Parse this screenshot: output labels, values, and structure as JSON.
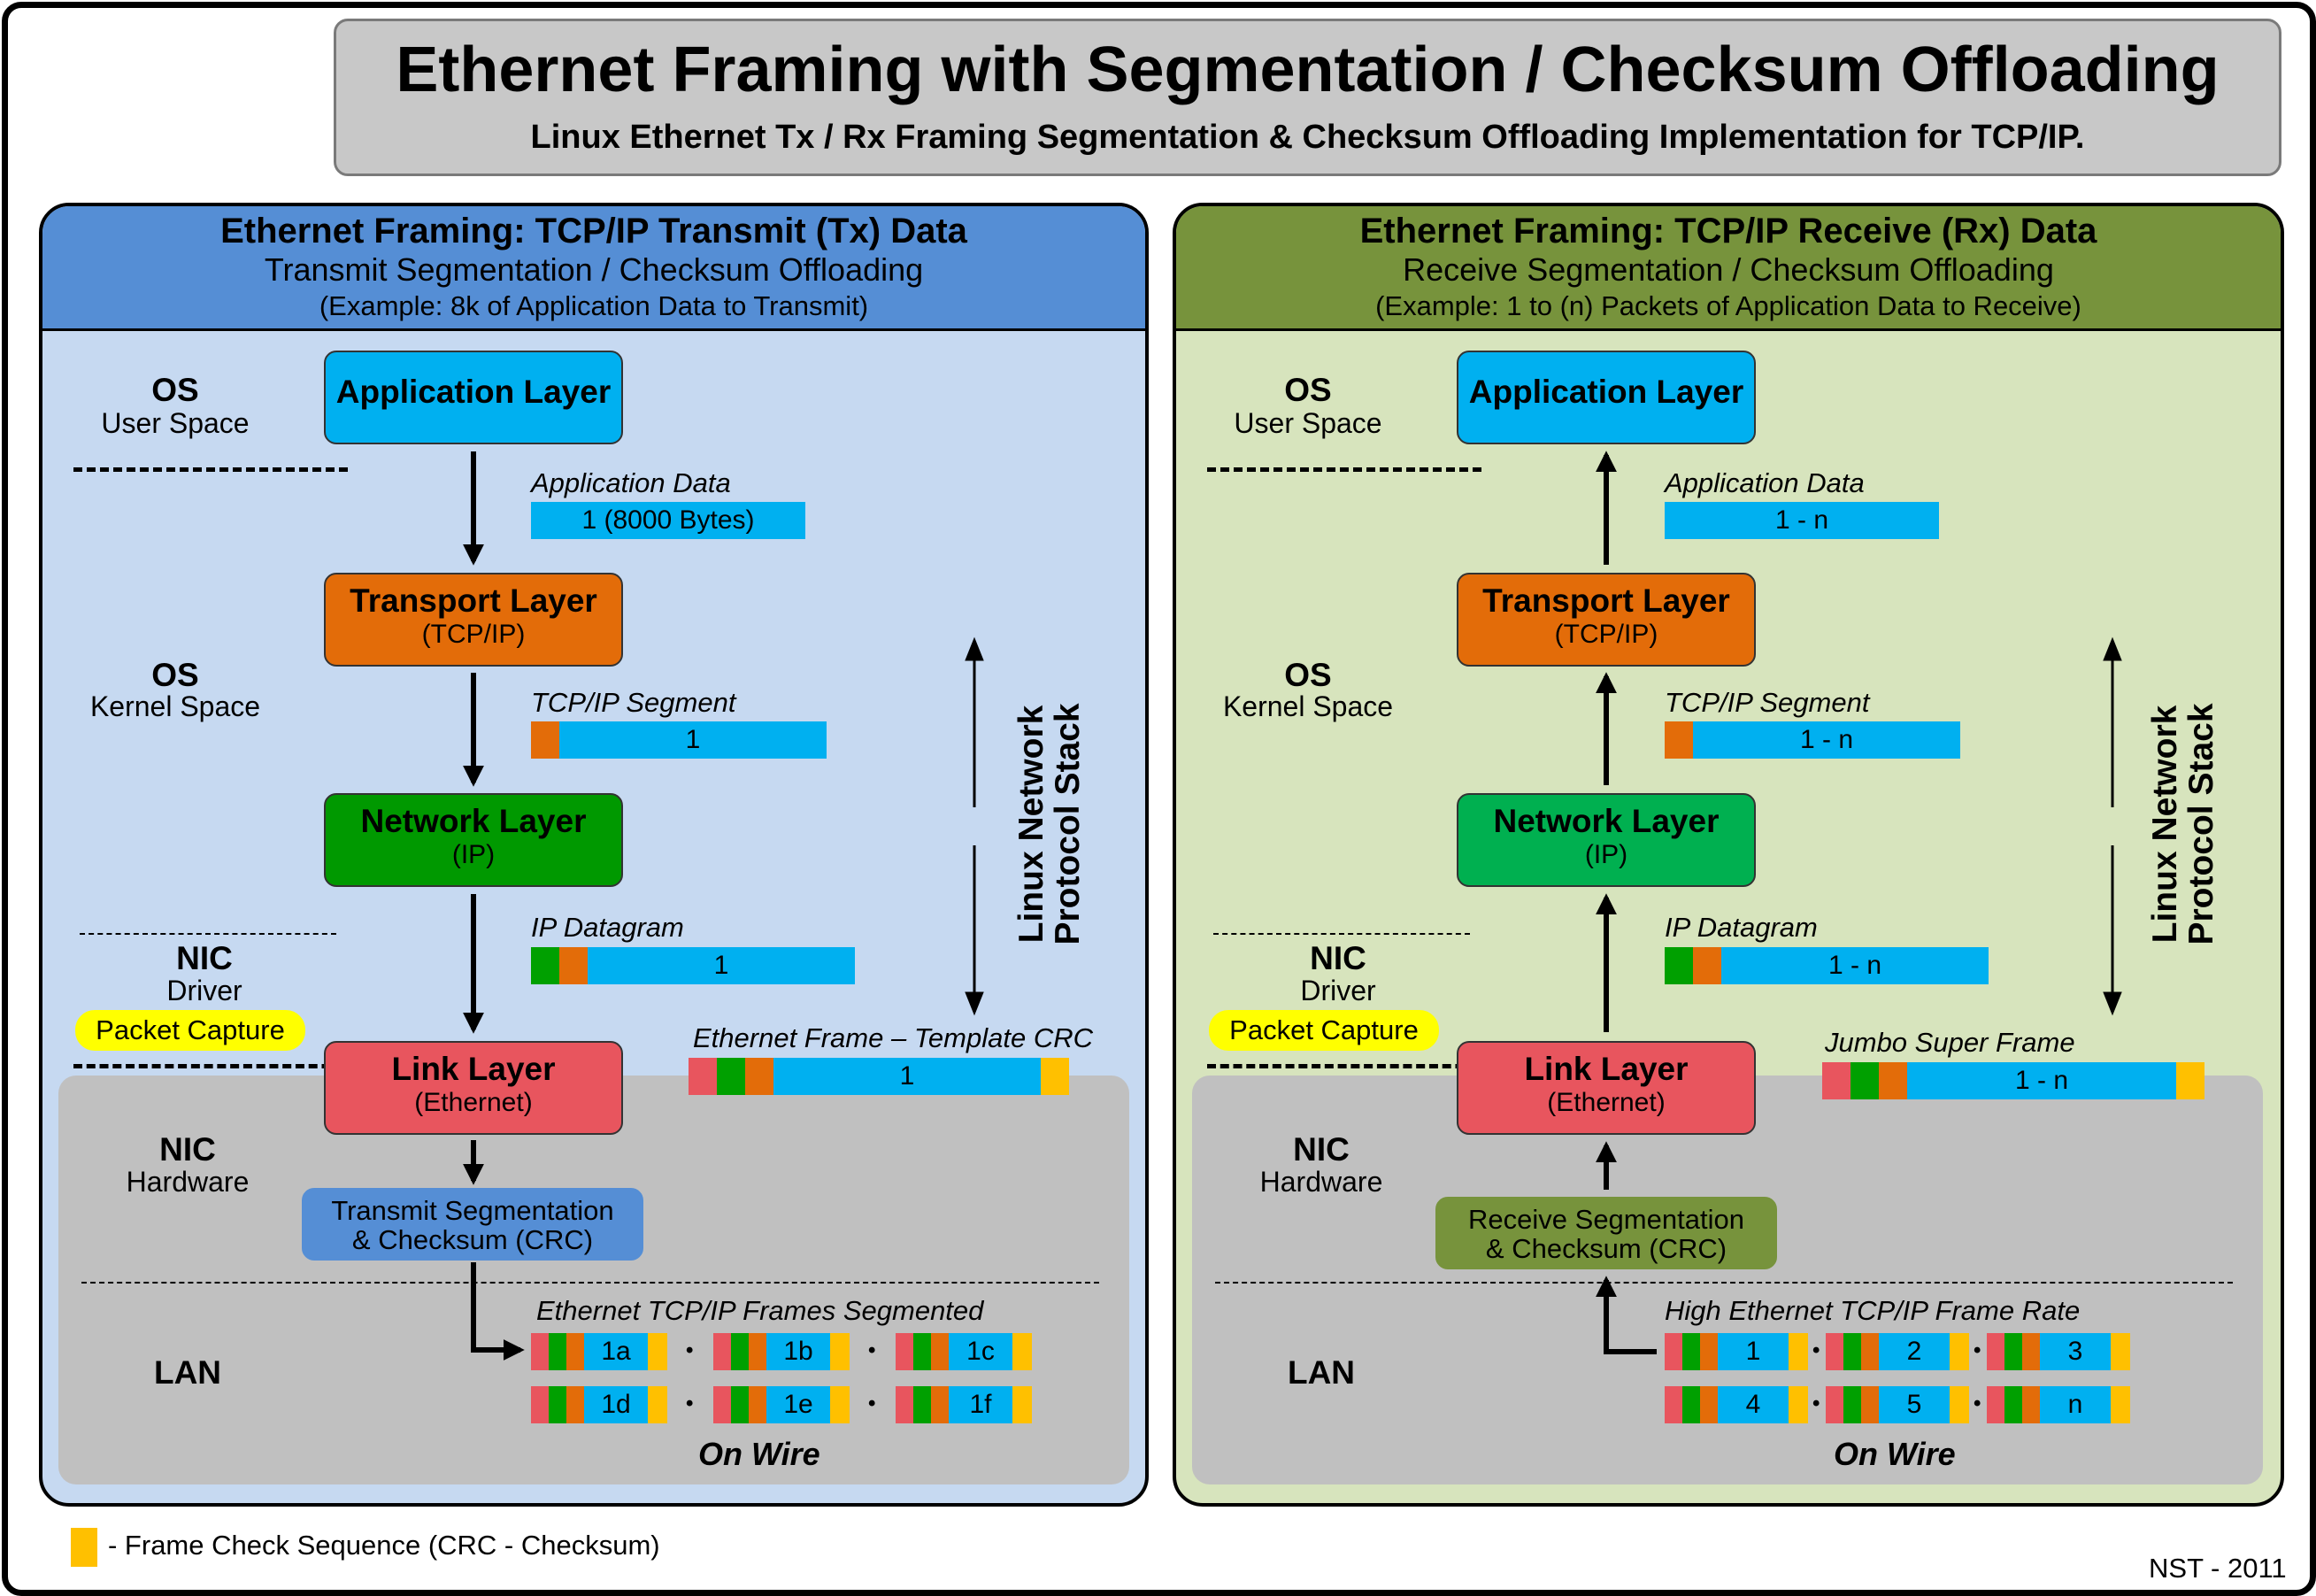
{
  "title": {
    "main": "Ethernet Framing with Segmentation / Checksum Offloading",
    "sub": "Linux Ethernet Tx / Rx Framing Segmentation & Checksum Offloading Implementation for TCP/IP."
  },
  "colors": {
    "tx_header": "#558ed5",
    "tx_body": "#c6d9f1",
    "rx_header": "#77933c",
    "rx_body": "#d7e4bd",
    "app_layer": "#00b0f0",
    "transport_layer": "#e36c09",
    "network_tx": "#009900",
    "network_rx": "#00b050",
    "link_layer": "#e8555e",
    "fcs": "#ffc000",
    "packet_capture": "#ffff00",
    "hardware_area": "#c0c0c0"
  },
  "tx": {
    "head1": "Ethernet Framing: TCP/IP Transmit (Tx) Data",
    "head2": "Transmit Segmentation / Checksum Offloading",
    "head3": "(Example: 8k of Application Data to Transmit)",
    "os_user": "OS",
    "os_user_sub": "User Space",
    "os_kernel": "OS",
    "os_kernel_sub": "Kernel Space",
    "nic_driver": "NIC",
    "nic_driver_sub": "Driver",
    "packet_capture": "Packet Capture",
    "nic_hw": "NIC",
    "nic_hw_sub": "Hardware",
    "lan": "LAN",
    "app_layer": "Application Layer",
    "transport_layer": "Transport Layer",
    "transport_sub": "(TCP/IP)",
    "network_layer": "Network Layer",
    "network_sub": "(IP)",
    "link_layer": "Link Layer",
    "link_sub": "(Ethernet)",
    "offload_box": "Transmit Segmentation\n& Checksum (CRC)",
    "app_data_label": "Application Data",
    "app_data_value": "1 (8000 Bytes)",
    "segment_label": "TCP/IP Segment",
    "segment_value": "1",
    "datagram_label": "IP Datagram",
    "datagram_value": "1",
    "frame_label": "Ethernet Frame – Template CRC",
    "frame_value": "1",
    "frames_label": "Ethernet TCP/IP Frames Segmented",
    "frames": [
      "1a",
      "1b",
      "1c",
      "1d",
      "1e",
      "1f"
    ],
    "stack_label": "Linux Network\nProtocol Stack",
    "on_wire": "On Wire"
  },
  "rx": {
    "head1": "Ethernet Framing: TCP/IP Receive (Rx) Data",
    "head2": "Receive Segmentation / Checksum Offloading",
    "head3": "(Example: 1 to (n) Packets of Application Data to Receive)",
    "os_user": "OS",
    "os_user_sub": "User Space",
    "os_kernel": "OS",
    "os_kernel_sub": "Kernel Space",
    "nic_driver": "NIC",
    "nic_driver_sub": "Driver",
    "packet_capture": "Packet Capture",
    "nic_hw": "NIC",
    "nic_hw_sub": "Hardware",
    "lan": "LAN",
    "app_layer": "Application Layer",
    "transport_layer": "Transport Layer",
    "transport_sub": "(TCP/IP)",
    "network_layer": "Network Layer",
    "network_sub": "(IP)",
    "link_layer": "Link Layer",
    "link_sub": "(Ethernet)",
    "offload_box": "Receive Segmentation\n& Checksum (CRC)",
    "app_data_label": "Application Data",
    "app_data_value": "1 - n",
    "segment_label": "TCP/IP Segment",
    "segment_value": "1 - n",
    "datagram_label": "IP Datagram",
    "datagram_value": "1 - n",
    "frame_label": "Jumbo Super Frame",
    "frame_value": "1 - n",
    "frames_label": "High Ethernet TCP/IP Frame Rate",
    "frames": [
      "1",
      "2",
      "3",
      "4",
      "5",
      "n"
    ],
    "stack_label": "Linux Network\nProtocol Stack",
    "on_wire": "On Wire"
  },
  "legend": "- Frame Check Sequence (CRC - Checksum)",
  "credit": "NST - 2011"
}
